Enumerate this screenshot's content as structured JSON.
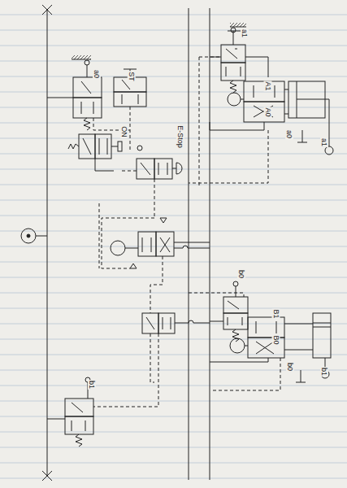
{
  "diagram": {
    "labels": [
      "a1",
      "a0",
      "ST",
      "ON",
      "E-Stop",
      "A1",
      "A0",
      "a0",
      "a1",
      "b0",
      "B1",
      "B0",
      "b0",
      "b1",
      "b1"
    ]
  }
}
